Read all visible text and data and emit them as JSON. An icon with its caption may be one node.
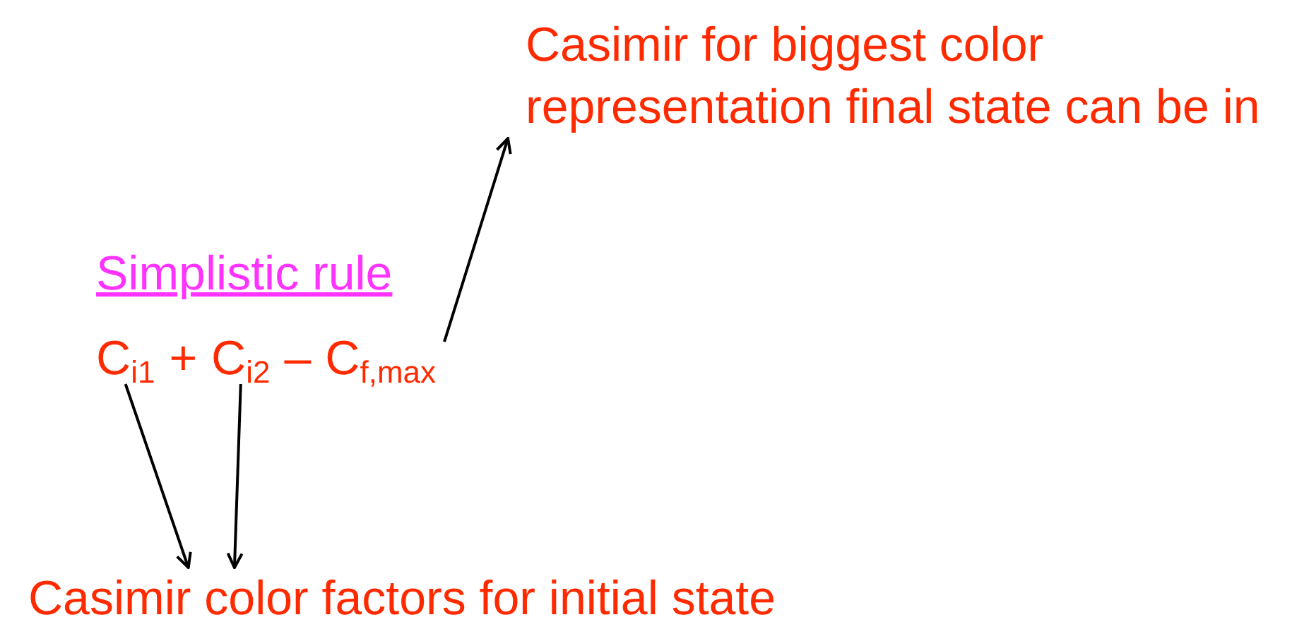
{
  "diagram": {
    "nodes": [
      {
        "text": [
          "Casimir for biggest color representation final state can be in"
        ]
      },
      {
        "text": [
          "C$_{i1}$"
        ]
      },
      {
        "text": [
          "C$_{i2}$"
        ]
      },
      {
        "text": [
          "C$_{f,max}$"
        ]
      },
      {
        "text": [
          "Casimir color factors for initial state"
        ]
      }
    ],
    "edges": [
      {
        "from": 3,
        "to": 0,
        "arrow": "to"
      },
      {
        "from": 1,
        "to": 4,
        "arrow": "to"
      },
      {
        "from": 2,
        "to": 4,
        "arrow": "to"
      }
    ],
    "labels": [
      "Simplistic rule",
      "+",
      "–"
    ]
  }
}
